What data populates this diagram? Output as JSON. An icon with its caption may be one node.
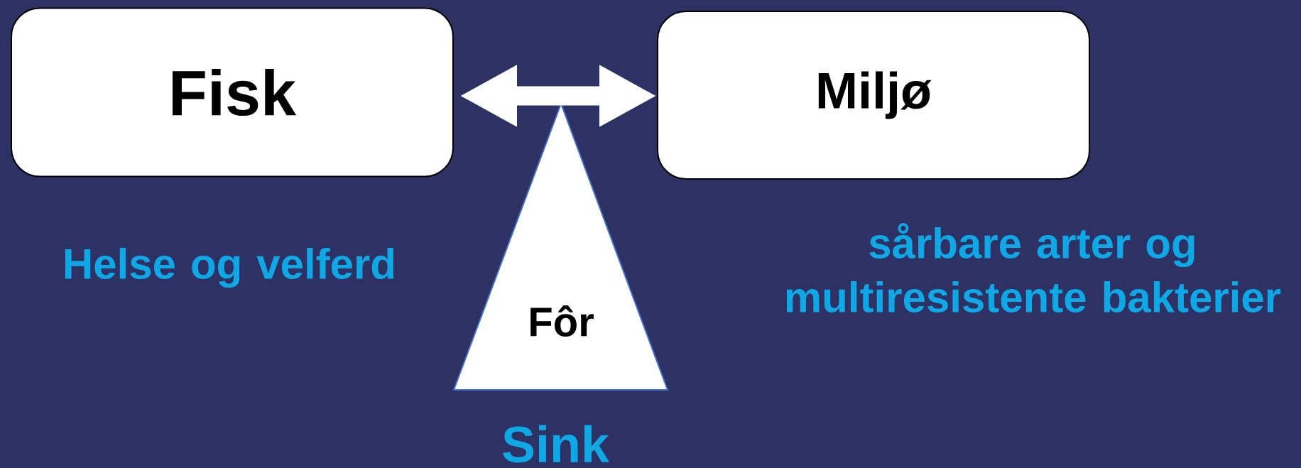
{
  "diagram": {
    "nodes": [
      {
        "text": [
          "Fisk"
        ],
        "beside": [
          "Helse og velferd"
        ]
      },
      {
        "text": [
          "Miljø"
        ],
        "beside": [
          "sårbare arter og multiresistente bakterier"
        ]
      },
      {
        "text": [
          "Fôr"
        ],
        "beside": [
          "Sink"
        ]
      }
    ],
    "edges": [
      {
        "from": 0,
        "to": 1,
        "arrow": "both"
      }
    ]
  }
}
